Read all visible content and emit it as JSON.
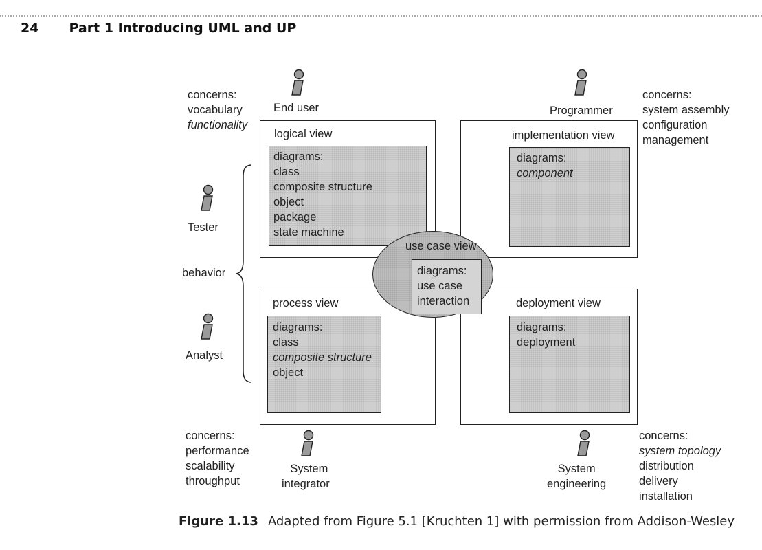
{
  "header": {
    "page_number": "24",
    "title": "Part 1  Introducing UML and UP"
  },
  "actors": {
    "end_user": "End user",
    "programmer": "Programmer",
    "tester": "Tester",
    "analyst": "Analyst",
    "system_integrator": [
      "System",
      "integrator"
    ],
    "system_engineering": [
      "System",
      "engineering"
    ]
  },
  "concerns": {
    "top_left": [
      "concerns:",
      "vocabulary",
      "functionality"
    ],
    "top_right": [
      "concerns:",
      "system assembly",
      "configuration",
      "management"
    ],
    "bottom_left": [
      "concerns:",
      "performance",
      "scalability",
      "throughput"
    ],
    "bottom_right": [
      "concerns:",
      "system topology",
      "distribution",
      "delivery",
      "installation"
    ]
  },
  "behavior_label": "behavior",
  "views": {
    "logical": {
      "title": "logical view",
      "diagrams": [
        "diagrams:",
        "class",
        "composite structure",
        "object",
        "package",
        "state machine"
      ]
    },
    "implementation": {
      "title": "implementation view",
      "diagrams": [
        "diagrams:",
        "component"
      ]
    },
    "process": {
      "title": "process view",
      "diagrams": [
        "diagrams:",
        "class",
        "composite structure",
        "object"
      ]
    },
    "deployment": {
      "title": "deployment view",
      "diagrams": [
        "diagrams:",
        "deployment"
      ]
    },
    "use_case": {
      "title": "use case view",
      "diagrams": [
        "diagrams:",
        "use case",
        "interaction"
      ]
    }
  },
  "caption": {
    "label": "Figure 1.13",
    "text": "Adapted from Figure 5.1 [Kruchten 1] with permission from Addison-Wesley"
  }
}
